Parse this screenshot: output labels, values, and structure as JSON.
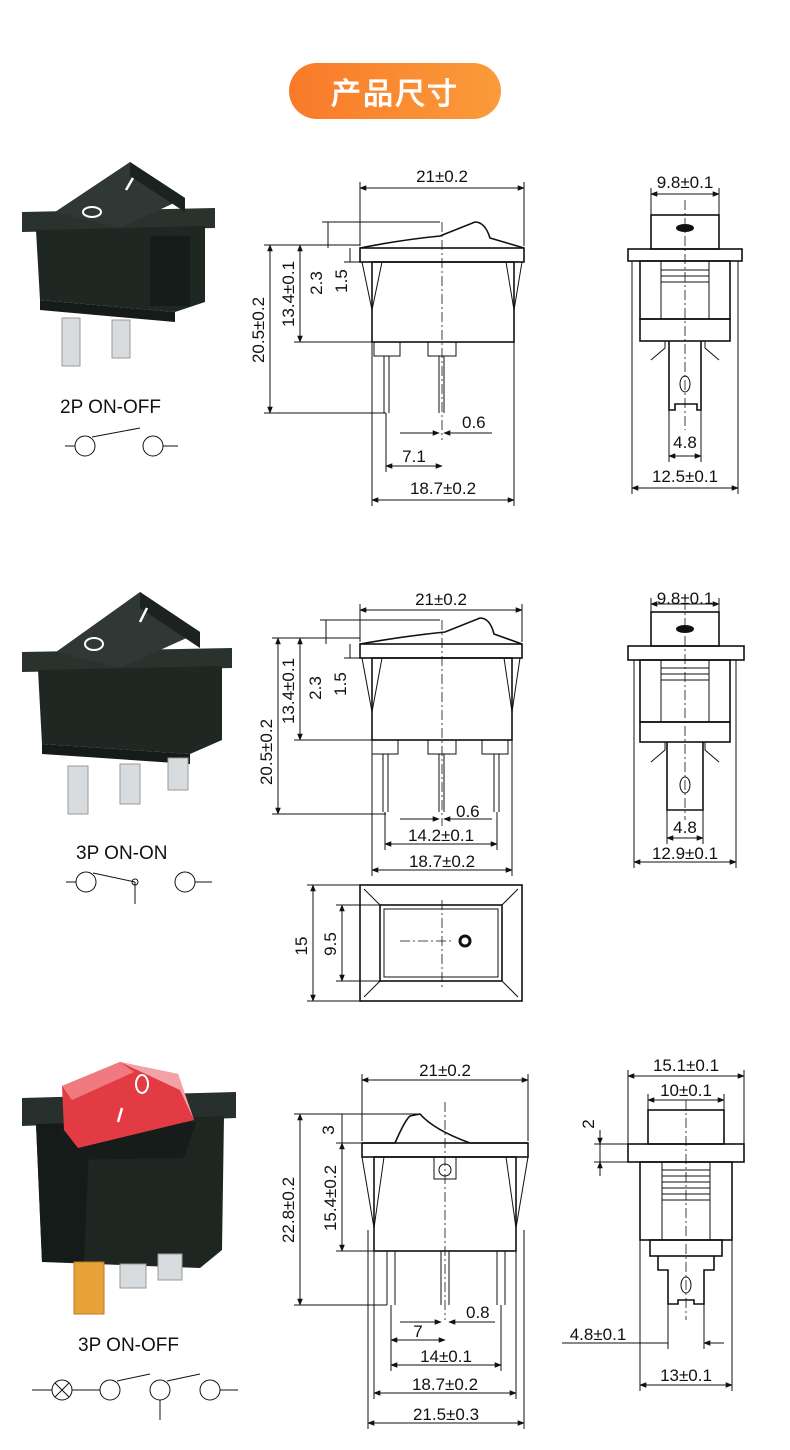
{
  "title": "产品尺寸",
  "variants": [
    {
      "label": "2P  ON-OFF",
      "dims": {
        "width_top": "21±0.2",
        "height_total": "20.5±0.2",
        "height_body": "13.4±0.1",
        "rocker": "2.3",
        "flange": "1.5",
        "pin": "0.6",
        "pin_spacing": "7.1",
        "base_width": "18.7±0.2",
        "side_top": "9.8±0.1",
        "side_tab": "4.8",
        "side_width": "12.5±0.1"
      }
    },
    {
      "label": "3P  ON-ON",
      "dims": {
        "width_top": "21±0.2",
        "height_total": "20.5±0.2",
        "height_body": "13.4±0.1",
        "rocker": "2.3",
        "flange": "1.5",
        "pin": "0.6",
        "pin_spacing": "14.2±0.1",
        "base_width": "18.7±0.2",
        "side_top": "9.8±0.1",
        "side_tab": "4.8",
        "side_width": "12.9±0.1",
        "panel_outer": "15",
        "panel_inner": "9.5"
      }
    },
    {
      "label": "3P  ON-OFF",
      "dims": {
        "width_top": "21±0.2",
        "height_total": "22.8±0.2",
        "height_body": "15.4±0.2",
        "rocker": "3",
        "pin": "0.8",
        "pin_spacing_half": "7",
        "pin_spacing": "14±0.1",
        "base_width": "18.7±0.2",
        "overall_width": "21.5±0.3",
        "side_outer": "15.1±0.1",
        "side_top": "10±0.1",
        "side_flange": "2",
        "side_tab": "4.8±0.1",
        "side_width": "13±0.1"
      }
    }
  ],
  "colors": {
    "badge_start": "#f97a2a",
    "badge_end": "#fb9b3a",
    "switch_body": "#1e2622",
    "lens_red": "#e23b44",
    "terminal": "#d9dcde"
  },
  "icons": [
    "rocker-switch-photo",
    "switch-symbol"
  ]
}
